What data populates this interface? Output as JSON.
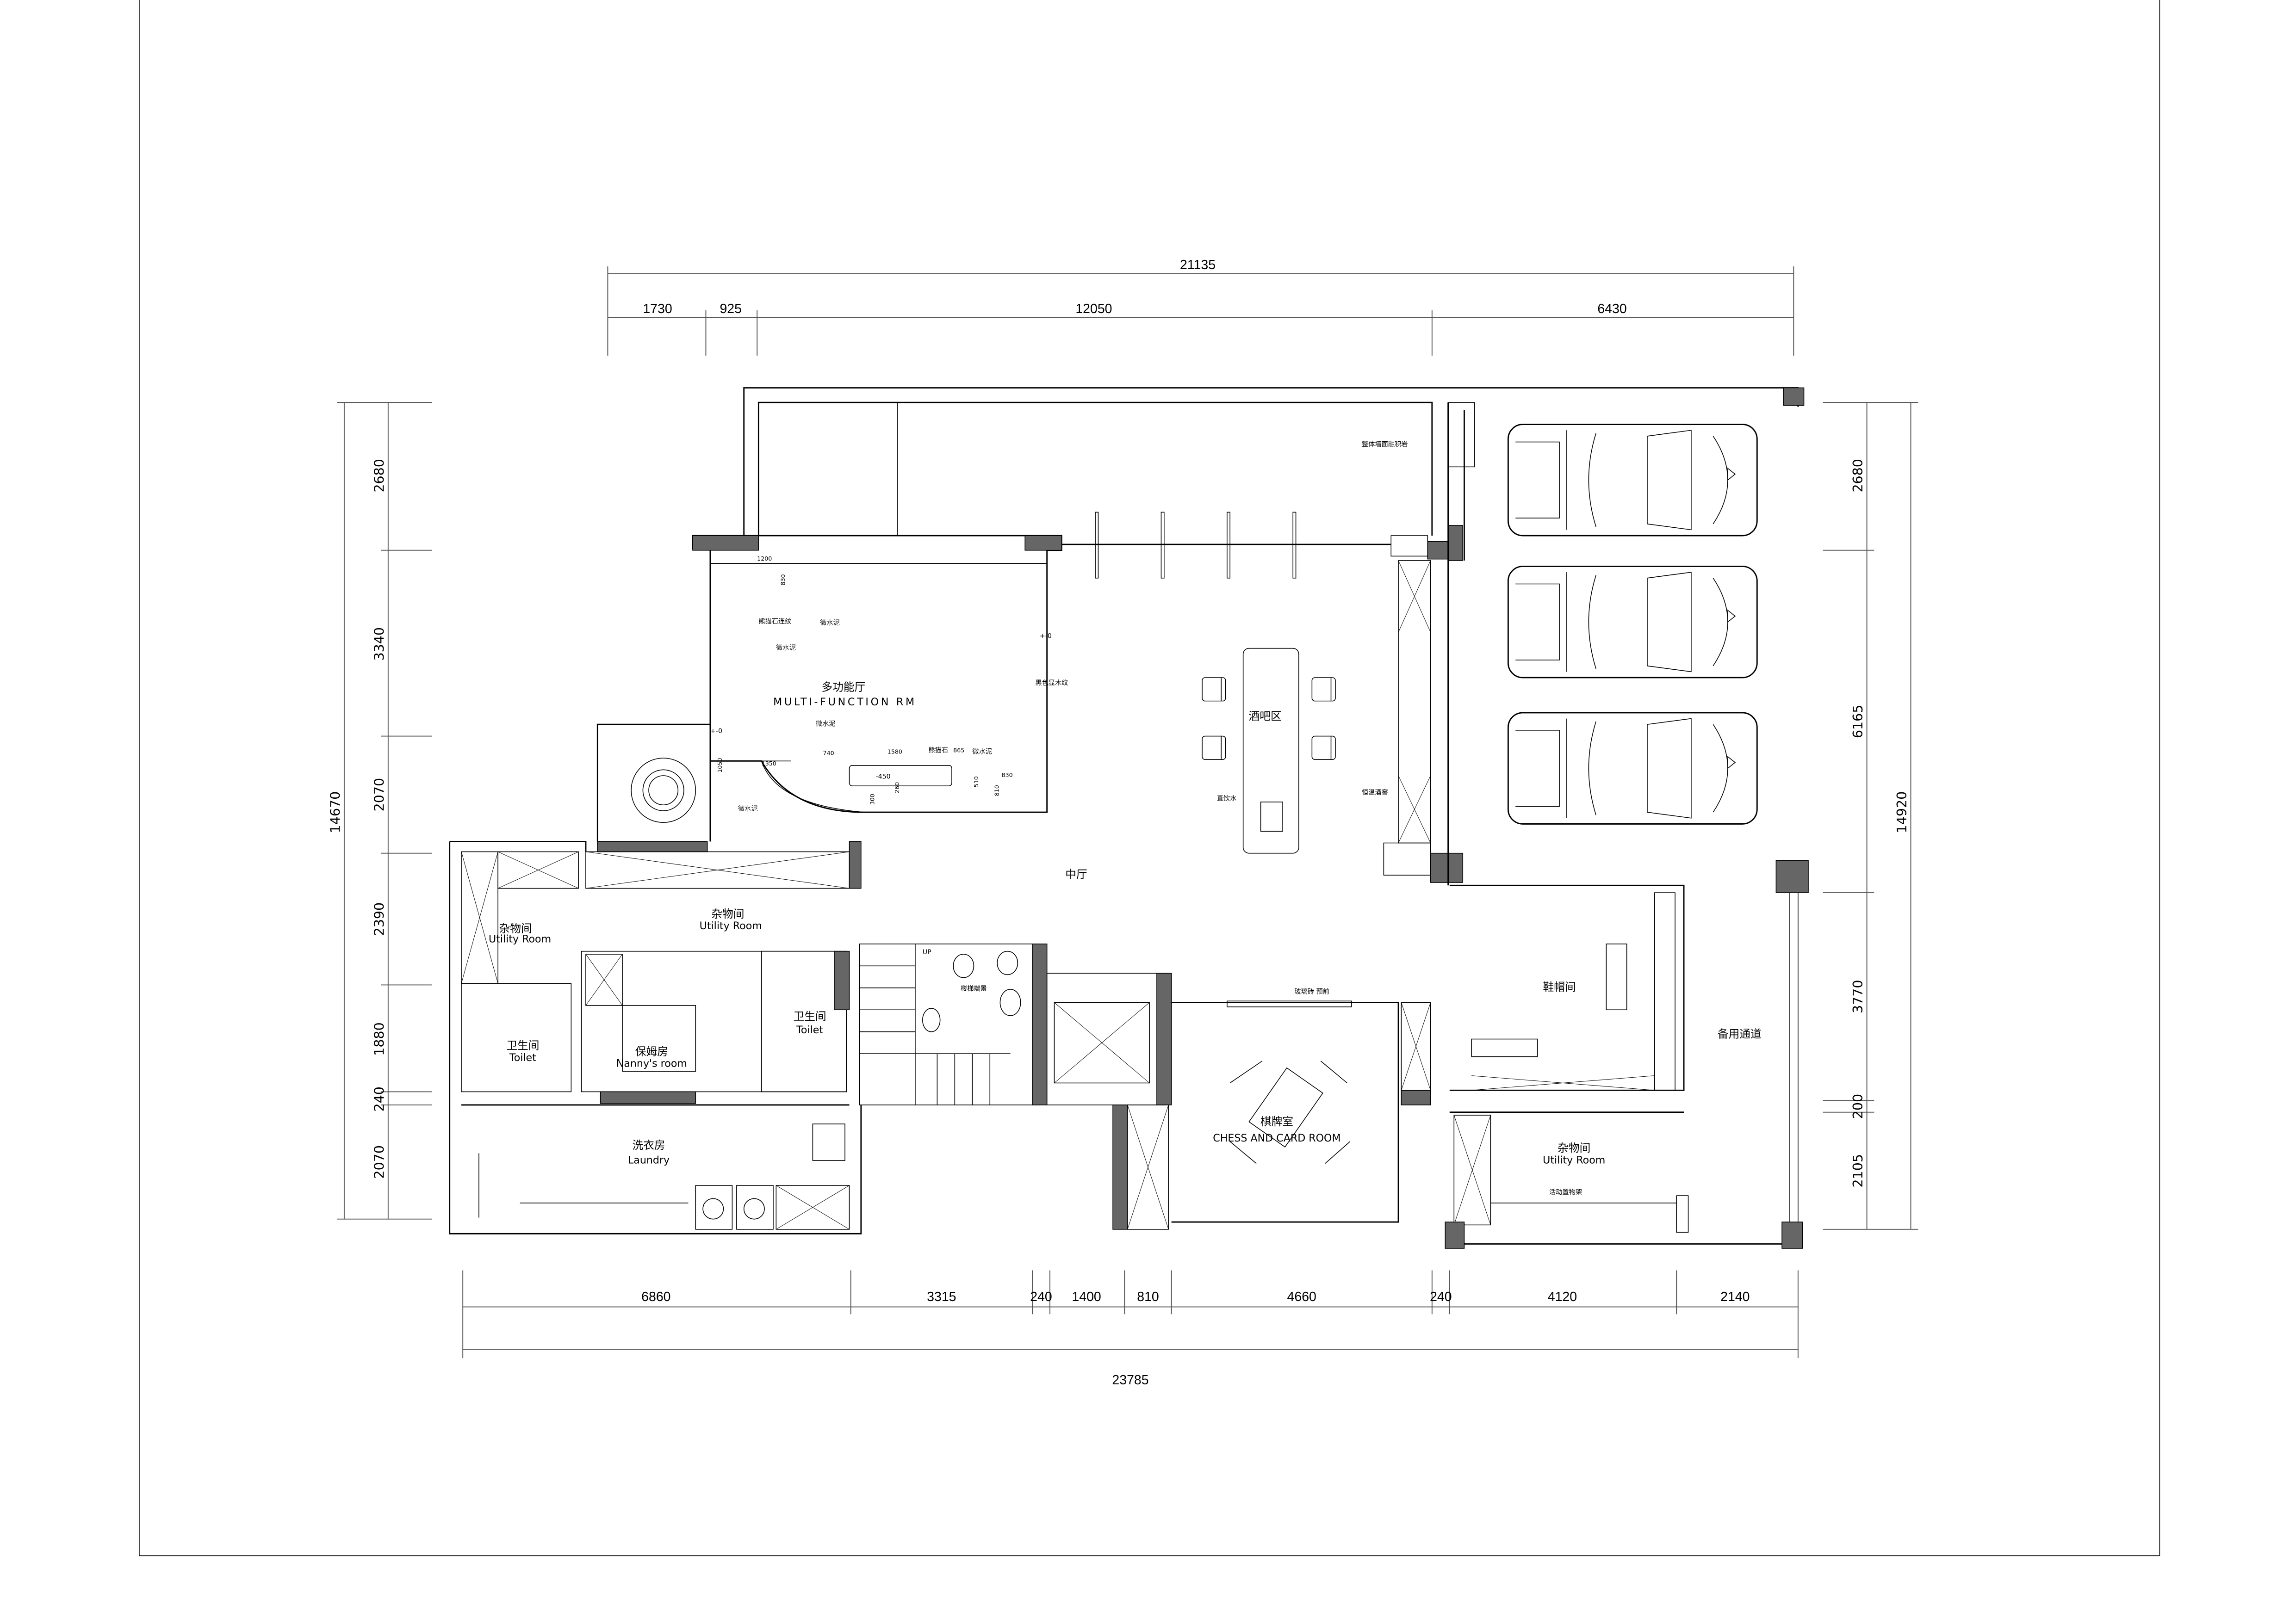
{
  "dimensions": {
    "top_total": "21135",
    "top": [
      "1730",
      "925",
      "12050",
      "6430"
    ],
    "bottom": [
      "6860",
      "3315",
      "240",
      "1400",
      "810",
      "4660",
      "240",
      "4120",
      "2140"
    ],
    "bottom_total": "23785",
    "left": [
      "2680",
      "3340",
      "2070",
      "2390",
      "1880",
      "240",
      "2070"
    ],
    "left_total": "14670",
    "right": [
      "2680",
      "6165",
      "3770",
      "200",
      "2105"
    ],
    "right_total": "14920"
  },
  "rooms": {
    "multifunction": {
      "cn": "多功能厅",
      "en": "MULTI-FUNCTION RM"
    },
    "bar": {
      "cn": "酒吧区"
    },
    "hall": {
      "cn": "中厅"
    },
    "utility_left": {
      "cn": "杂物间",
      "en": "Utility Room"
    },
    "utility_mid": {
      "cn": "杂物间",
      "en": "Utility Room"
    },
    "toilet_left": {
      "cn": "卫生间",
      "en": "Toilet"
    },
    "nanny": {
      "cn": "保姆房",
      "en": "Nanny's room"
    },
    "toilet_right": {
      "cn": "卫生间",
      "en": "Toilet"
    },
    "laundry": {
      "cn": "洗衣房",
      "en": "Laundry"
    },
    "chess": {
      "cn": "棋牌室",
      "en": "CHESS AND CARD ROOM"
    },
    "shoe": {
      "cn": "鞋帽间"
    },
    "corridor": {
      "cn": "备用通道"
    },
    "utility_right": {
      "cn": "杂物间",
      "en": "Utility Room"
    }
  },
  "annotations": {
    "panda_stone_vein": "熊猫石连纹",
    "micro_cement": "微水泥",
    "level_zero": "+-0",
    "black_wood_grain": "黑色显木纹",
    "panda_stone": "熊猫石",
    "pool_level": "-450",
    "wall_stone": "整体墙面融积岩",
    "direct_water": "直饮水",
    "wine_cellar": "恒温酒窖",
    "stair_feature": "楼梯端景",
    "up": "UP",
    "glass_brick": "玻璃砖 预前",
    "movable_shelf": "活动置物架"
  },
  "room_dims": {
    "d1200": "1200",
    "d830a": "830",
    "d1350": "1350",
    "d740": "740",
    "d1580": "1580",
    "d865": "865",
    "d830b": "830",
    "d510": "510",
    "d810": "810",
    "d300": "300",
    "d260": "260",
    "d1050": "1050"
  },
  "colors": {
    "wall_fill": "#666666",
    "line": "#000000"
  }
}
